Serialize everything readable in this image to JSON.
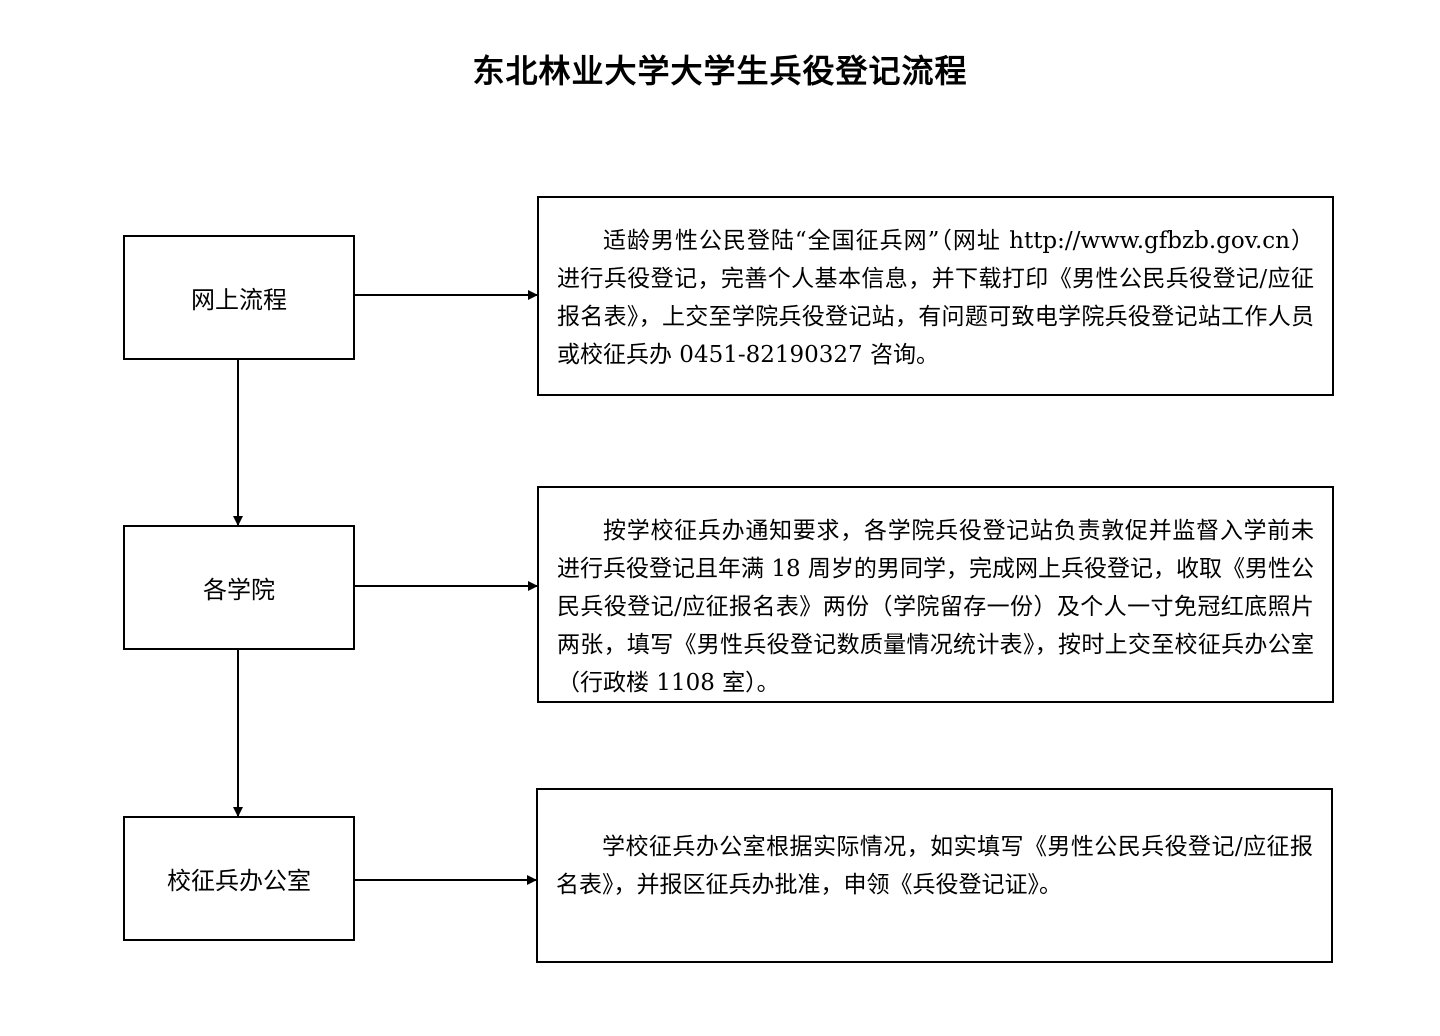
{
  "title": "东北林业大学大学生兵役登记流程",
  "steps": [
    {
      "label": "网上流程",
      "description": "适龄男性公民登陆“全国征兵网”（网址 http://www.gfbzb.gov.cn）进行兵役登记，完善个人基本信息，并下载打印《男性公民兵役登记/应征报名表》，上交至学院兵役登记站，有问题可致电学院兵役登记站工作人员或校征兵办 0451-82190327 咨询。"
    },
    {
      "label": "各学院",
      "description": "按学校征兵办通知要求，各学院兵役登记站负责敦促并监督入学前未进行兵役登记且年满 18 周岁的男同学，完成网上兵役登记，收取《男性公民兵役登记/应征报名表》两份（学院留存一份）及个人一寸免冠红底照片两张，填写《男性兵役登记数质量情况统计表》，按时上交至校征兵办公室（行政楼 1108 室）。"
    },
    {
      "label": "校征兵办公室",
      "description": "学校征兵办公室根据实际情况，如实填写《男性公民兵役登记/应征报名表》，并报区征兵办批准，申领《兵役登记证》。"
    }
  ]
}
